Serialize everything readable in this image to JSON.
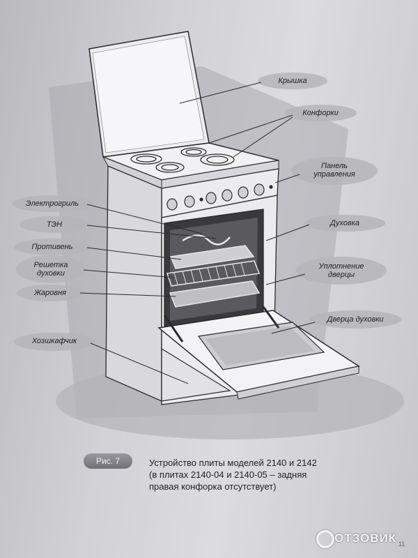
{
  "labels": {
    "lid": "Крышка",
    "burners": "Конфорки",
    "control_panel_line1": "Панель",
    "control_panel_line2": "управления",
    "oven": "Духовка",
    "door_seal_line1": "Уплотнение",
    "door_seal_line2": "дверцы",
    "oven_door": "Дверца духовки",
    "electric_grill": "Электрогриль",
    "heating_element": "ТЭН",
    "baking_tray": "Противень",
    "oven_rack_line1": "Решетка",
    "oven_rack_line2": "духовки",
    "roasting_pan": "Жаровня",
    "storage_drawer": "Хозшкафчик"
  },
  "caption": {
    "figure": "Рис. 7",
    "line1": "Устройство плиты моделей 2140 и 2142",
    "line2": "(в плитах 2140-04 и 2140-05 – задняя",
    "line3": "правая конфорка отсутствует)"
  },
  "page_number": "11",
  "watermark": "ОТЗОВИК",
  "colors": {
    "label_pill": "#b5b5ba",
    "appliance_fill": "#ececef",
    "outline": "#2a2a2a"
  }
}
